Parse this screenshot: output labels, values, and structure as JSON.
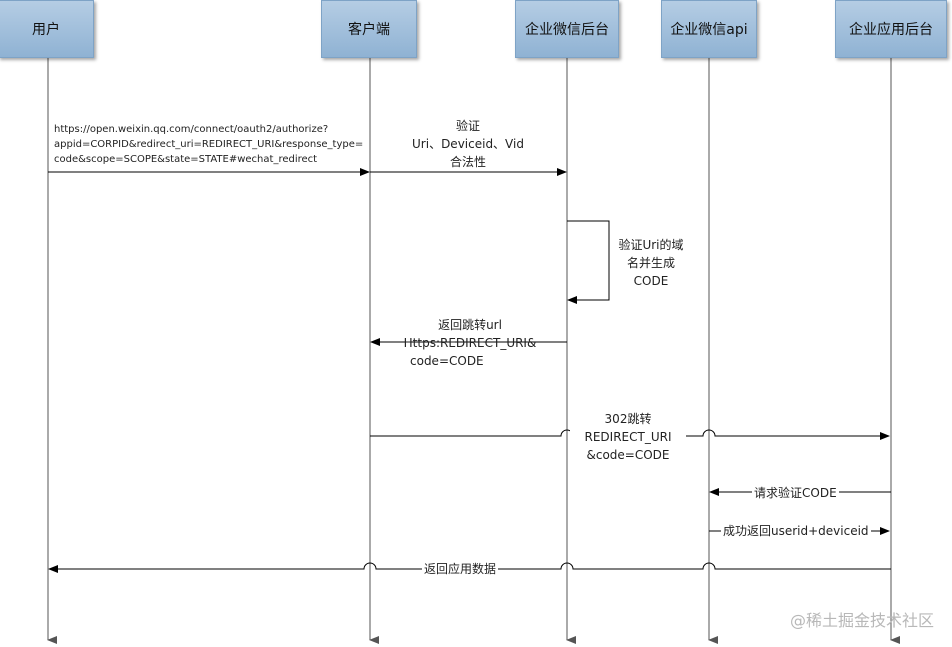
{
  "actors": [
    "用户",
    "客户端",
    "企业微信后台",
    "企业微信api",
    "企业应用后台"
  ],
  "messages": {
    "m1": [
      "https://open.weixin.qq.com/connect/oauth2/authorize?",
      "appid=CORPID&redirect_uri=REDIRECT_URI&response_type=",
      "code&scope=SCOPE&state=STATE#wechat_redirect"
    ],
    "m2": [
      "验证",
      "Uri、Deviceid、Vid",
      "合法性"
    ],
    "m3": [
      "验证Uri的域",
      "名并生成",
      "CODE"
    ],
    "m4": [
      "返回跳转url",
      "Https:REDIRECT_URI&",
      "code=CODE"
    ],
    "m5": [
      "302跳转",
      "REDIRECT_URI",
      "&code=CODE"
    ],
    "m6": "请求验证CODE",
    "m7": "成功返回userid+deviceid",
    "m8": "返回应用数据"
  },
  "watermark": "@稀土掘金技术社区",
  "colors": {
    "actor_fill": "#9fbfdc",
    "line": "#000000",
    "lifeline": "#555555"
  }
}
